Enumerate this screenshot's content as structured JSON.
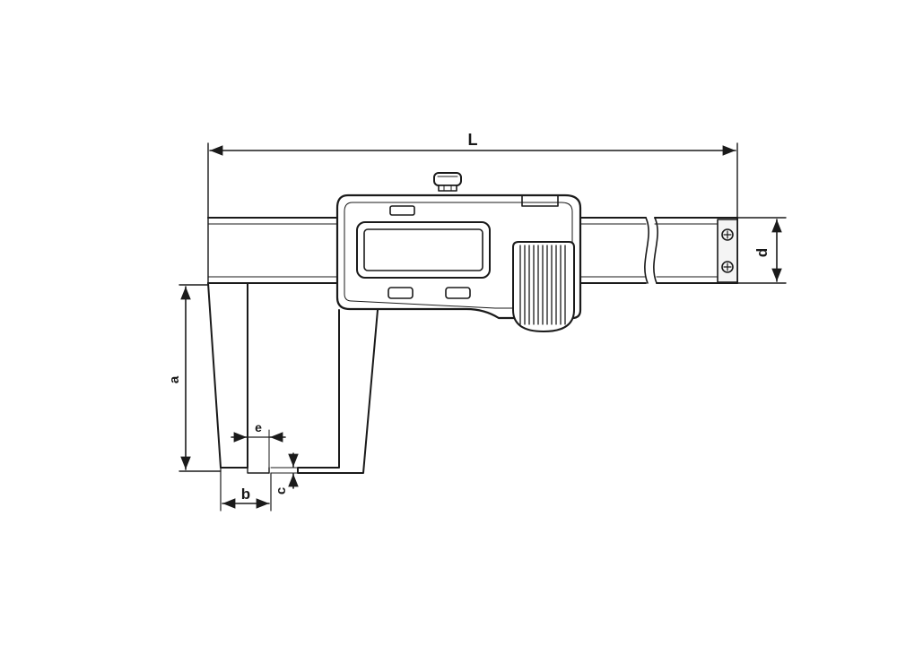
{
  "labels": {
    "length": "L",
    "depth": "d",
    "jaw_length": "a",
    "tip_width": "e",
    "jaw_width": "b",
    "tip_thickness": "c"
  },
  "colors": {
    "stroke": "#1a1a1a",
    "background": "#ffffff",
    "fill_light": "#f4f4f4"
  }
}
